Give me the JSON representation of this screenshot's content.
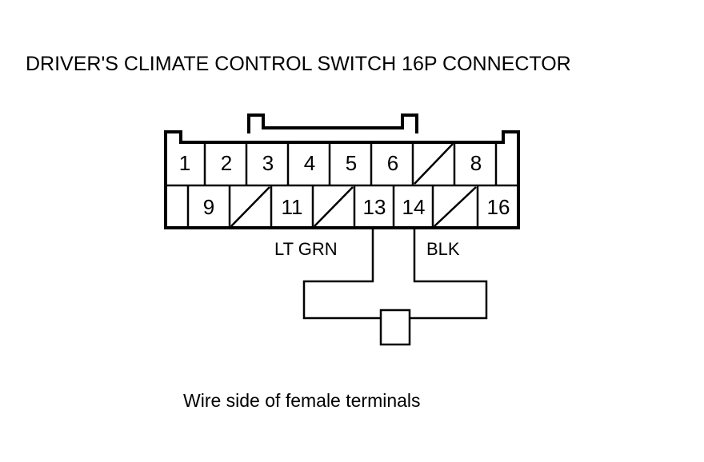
{
  "title": "DRIVER'S CLIMATE CONTROL SWITCH 16P CONNECTOR",
  "caption": "Wire side of female terminals",
  "connector": {
    "pin_count": "16P",
    "top_row": [
      {
        "label": "1",
        "state": "numbered"
      },
      {
        "label": "2",
        "state": "numbered"
      },
      {
        "label": "3",
        "state": "numbered"
      },
      {
        "label": "4",
        "state": "numbered"
      },
      {
        "label": "5",
        "state": "numbered"
      },
      {
        "label": "6",
        "state": "numbered"
      },
      {
        "label": "",
        "state": "unused-slash"
      },
      {
        "label": "8",
        "state": "numbered"
      },
      {
        "label": "",
        "state": "empty"
      }
    ],
    "bottom_row": [
      {
        "label": "",
        "state": "empty"
      },
      {
        "label": "9",
        "state": "numbered"
      },
      {
        "label": "",
        "state": "unused-slash"
      },
      {
        "label": "11",
        "state": "numbered"
      },
      {
        "label": "",
        "state": "unused-slash"
      },
      {
        "label": "13",
        "state": "numbered"
      },
      {
        "label": "14",
        "state": "numbered"
      },
      {
        "label": "",
        "state": "unused-slash"
      },
      {
        "label": "16",
        "state": "numbered"
      }
    ]
  },
  "wires": [
    {
      "label": "LT GRN",
      "from_pin": "13",
      "color_name": "light green"
    },
    {
      "label": "BLK",
      "from_pin": "14",
      "color_name": "black"
    }
  ],
  "component": {
    "name": "bulb-symbol",
    "label": ""
  },
  "colors": {
    "line": "#000000",
    "background": "#ffffff"
  }
}
